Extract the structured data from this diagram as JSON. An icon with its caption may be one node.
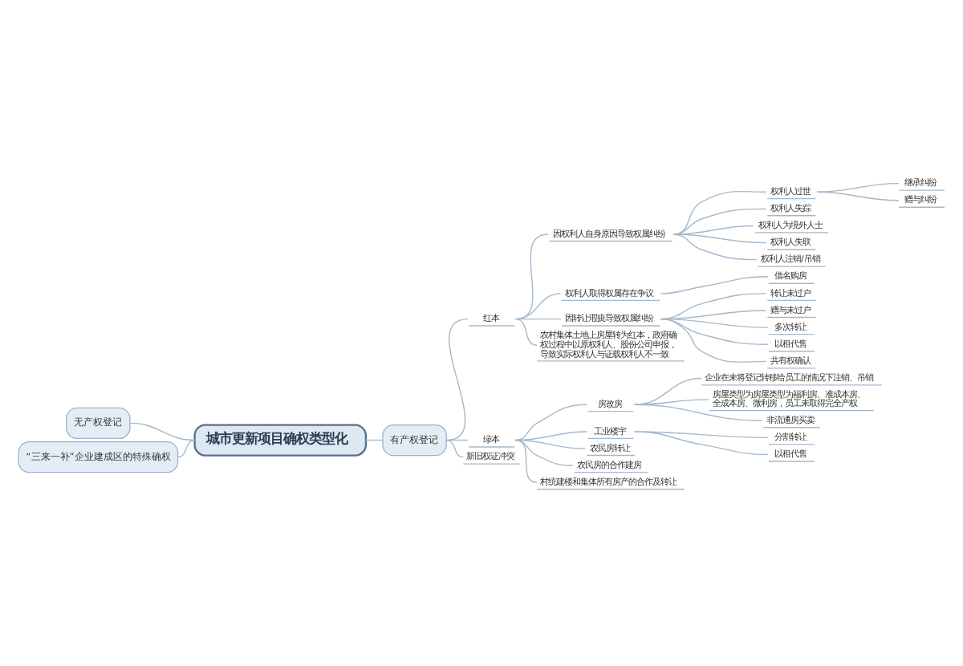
{
  "diagram": {
    "nodes": [
      {
        "text": [
          "城市更新项目确权类型化"
        ]
      },
      {
        "text": [
          "无产权登记"
        ]
      },
      {
        "text": [
          "“三来一补”企业建成区的特殊确权"
        ]
      },
      {
        "text": [
          "有产权登记"
        ]
      },
      {
        "text": [
          "红本"
        ]
      },
      {
        "text": [
          "因权利人自身原因导致权属纠纷"
        ]
      },
      {
        "text": [
          "权利人过世"
        ]
      },
      {
        "text": [
          "继承纠纷"
        ]
      },
      {
        "text": [
          "赠与纠纷"
        ]
      },
      {
        "text": [
          "权利人失踪"
        ]
      },
      {
        "text": [
          "权利人为境外人士"
        ]
      },
      {
        "text": [
          "权利人失联"
        ]
      },
      {
        "text": [
          "权利人注销/吊销"
        ]
      },
      {
        "text": [
          "权利人取得权属存在争议"
        ]
      },
      {
        "text": [
          "借名购房"
        ]
      },
      {
        "text": [
          "因转让瑕疵导致权属纠纷"
        ]
      },
      {
        "text": [
          "转让未过户"
        ]
      },
      {
        "text": [
          "赠与未过户"
        ]
      },
      {
        "text": [
          "多次转让"
        ]
      },
      {
        "text": [
          "以租代售"
        ]
      },
      {
        "text": [
          "共有权确认"
        ]
      },
      {
        "text": [
          "农村集体土地上房屋转为红本，政府确权过程中以原权利人、股份公司申报，导致实际权利人与证载权利人不一致"
        ]
      },
      {
        "text": [
          "绿本"
        ]
      },
      {
        "text": [
          "房改房"
        ]
      },
      {
        "text": [
          "企业在未将登记转移给员工的情况下注销、吊销"
        ]
      },
      {
        "text": [
          "房屋类型为房屋类型为福利房、准成本房、全成本房、微利房，员工未取得完全产权"
        ]
      },
      {
        "text": [
          "非流通房买卖"
        ]
      },
      {
        "text": [
          "工业楼宇"
        ]
      },
      {
        "text": [
          "分割转让"
        ]
      },
      {
        "text": [
          "以租代售"
        ]
      },
      {
        "text": [
          "农民房转让"
        ]
      },
      {
        "text": [
          "农民房的合作建房"
        ]
      },
      {
        "text": [
          "村统建楼和集体所有房产的合作及转让"
        ]
      },
      {
        "text": [
          "新旧权证冲突"
        ]
      }
    ],
    "edges": [
      {
        "from": 0,
        "to": 1,
        "arrow": "none"
      },
      {
        "from": 0,
        "to": 2,
        "arrow": "none"
      },
      {
        "from": 0,
        "to": 3,
        "arrow": "none"
      },
      {
        "from": 3,
        "to": 4,
        "arrow": "none"
      },
      {
        "from": 4,
        "to": 5,
        "arrow": "none"
      },
      {
        "from": 5,
        "to": 6,
        "arrow": "none"
      },
      {
        "from": 6,
        "to": 7,
        "arrow": "none"
      },
      {
        "from": 6,
        "to": 8,
        "arrow": "none"
      },
      {
        "from": 5,
        "to": 9,
        "arrow": "none"
      },
      {
        "from": 5,
        "to": 10,
        "arrow": "none"
      },
      {
        "from": 5,
        "to": 11,
        "arrow": "none"
      },
      {
        "from": 5,
        "to": 12,
        "arrow": "none"
      },
      {
        "from": 4,
        "to": 13,
        "arrow": "none"
      },
      {
        "from": 13,
        "to": 14,
        "arrow": "none"
      },
      {
        "from": 4,
        "to": 15,
        "arrow": "none"
      },
      {
        "from": 15,
        "to": 16,
        "arrow": "none"
      },
      {
        "from": 15,
        "to": 17,
        "arrow": "none"
      },
      {
        "from": 15,
        "to": 18,
        "arrow": "none"
      },
      {
        "from": 15,
        "to": 19,
        "arrow": "none"
      },
      {
        "from": 15,
        "to": 20,
        "arrow": "none"
      },
      {
        "from": 4,
        "to": 21,
        "arrow": "none"
      },
      {
        "from": 3,
        "to": 22,
        "arrow": "none"
      },
      {
        "from": 22,
        "to": 23,
        "arrow": "none"
      },
      {
        "from": 23,
        "to": 24,
        "arrow": "none"
      },
      {
        "from": 23,
        "to": 25,
        "arrow": "none"
      },
      {
        "from": 23,
        "to": 26,
        "arrow": "none"
      },
      {
        "from": 22,
        "to": 27,
        "arrow": "none"
      },
      {
        "from": 27,
        "to": 28,
        "arrow": "none"
      },
      {
        "from": 27,
        "to": 29,
        "arrow": "none"
      },
      {
        "from": 22,
        "to": 30,
        "arrow": "none"
      },
      {
        "from": 22,
        "to": 31,
        "arrow": "none"
      },
      {
        "from": 22,
        "to": 32,
        "arrow": "none"
      },
      {
        "from": 3,
        "to": 33,
        "arrow": "none"
      }
    ]
  }
}
